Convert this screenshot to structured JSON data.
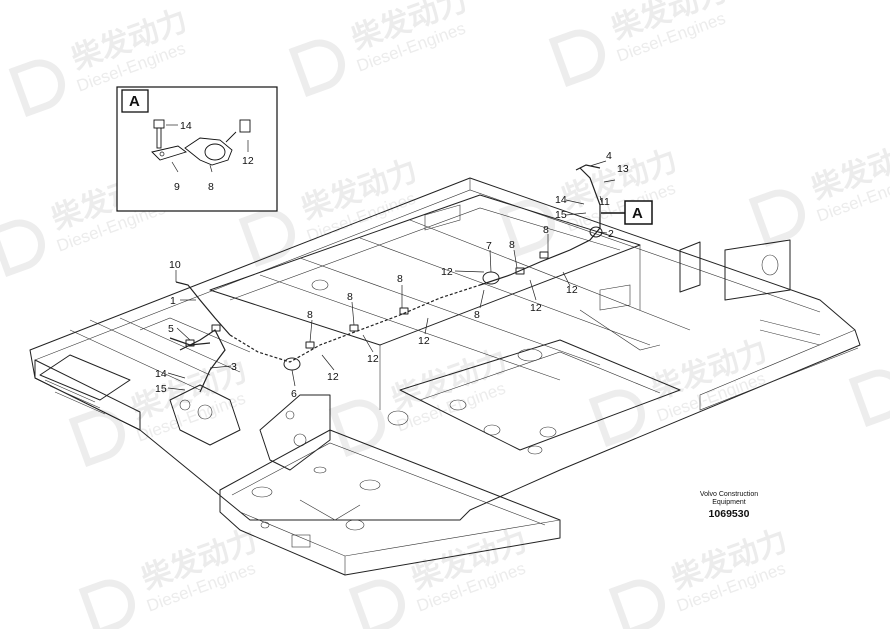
{
  "watermark": {
    "cn": "柴发动力",
    "en": "Diesel-Engines"
  },
  "detail_box": {
    "letter": "A",
    "callouts": [
      "14",
      "12",
      "9",
      "8"
    ]
  },
  "detail_ref": {
    "letter": "A"
  },
  "callouts": [
    "4",
    "13",
    "14",
    "11",
    "15",
    "2",
    "8",
    "7",
    "8",
    "12",
    "12",
    "12",
    "8",
    "8",
    "8",
    "12",
    "8",
    "12",
    "12",
    "10",
    "1",
    "5",
    "6",
    "14",
    "15",
    "3"
  ],
  "footer": {
    "line1": "Volvo Construction",
    "line2": "Equipment",
    "ref_number": "1069530"
  }
}
